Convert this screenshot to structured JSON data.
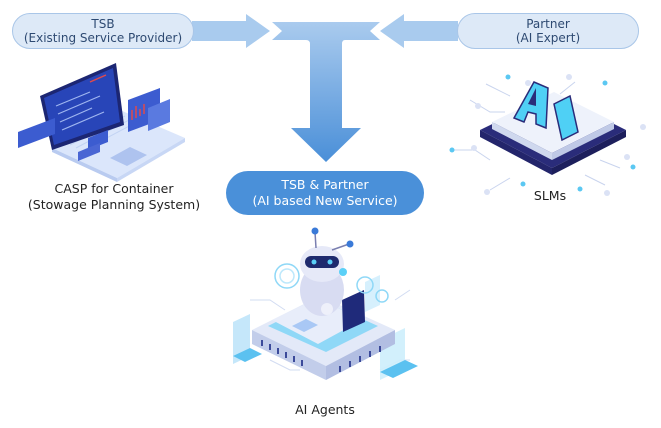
{
  "nodes": {
    "tsb": {
      "line1": "TSB",
      "line2": "(Existing Service Provider)"
    },
    "partner": {
      "line1": "Partner",
      "line2": "(AI Expert)"
    },
    "combined": {
      "line1": "TSB & Partner",
      "line2": "(AI based New Service)"
    }
  },
  "illustrations": {
    "casp": {
      "icon": "laptop-dashboard-icon",
      "caption_line1": "CASP for Container",
      "caption_line2": "(Stowage Planning System)"
    },
    "slms": {
      "icon": "ai-chip-icon",
      "caption": "SLMs",
      "chip_text": "AI"
    },
    "agents": {
      "icon": "robot-on-chip-icon",
      "caption": "AI Agents"
    }
  },
  "colors": {
    "light_pill_bg": "#dde9f7",
    "light_pill_border": "#a9c6e8",
    "dark_pill_bg": "#4a90d9",
    "arrow_light": "#a9cbee",
    "arrow_dark": "#4a8fd8"
  }
}
